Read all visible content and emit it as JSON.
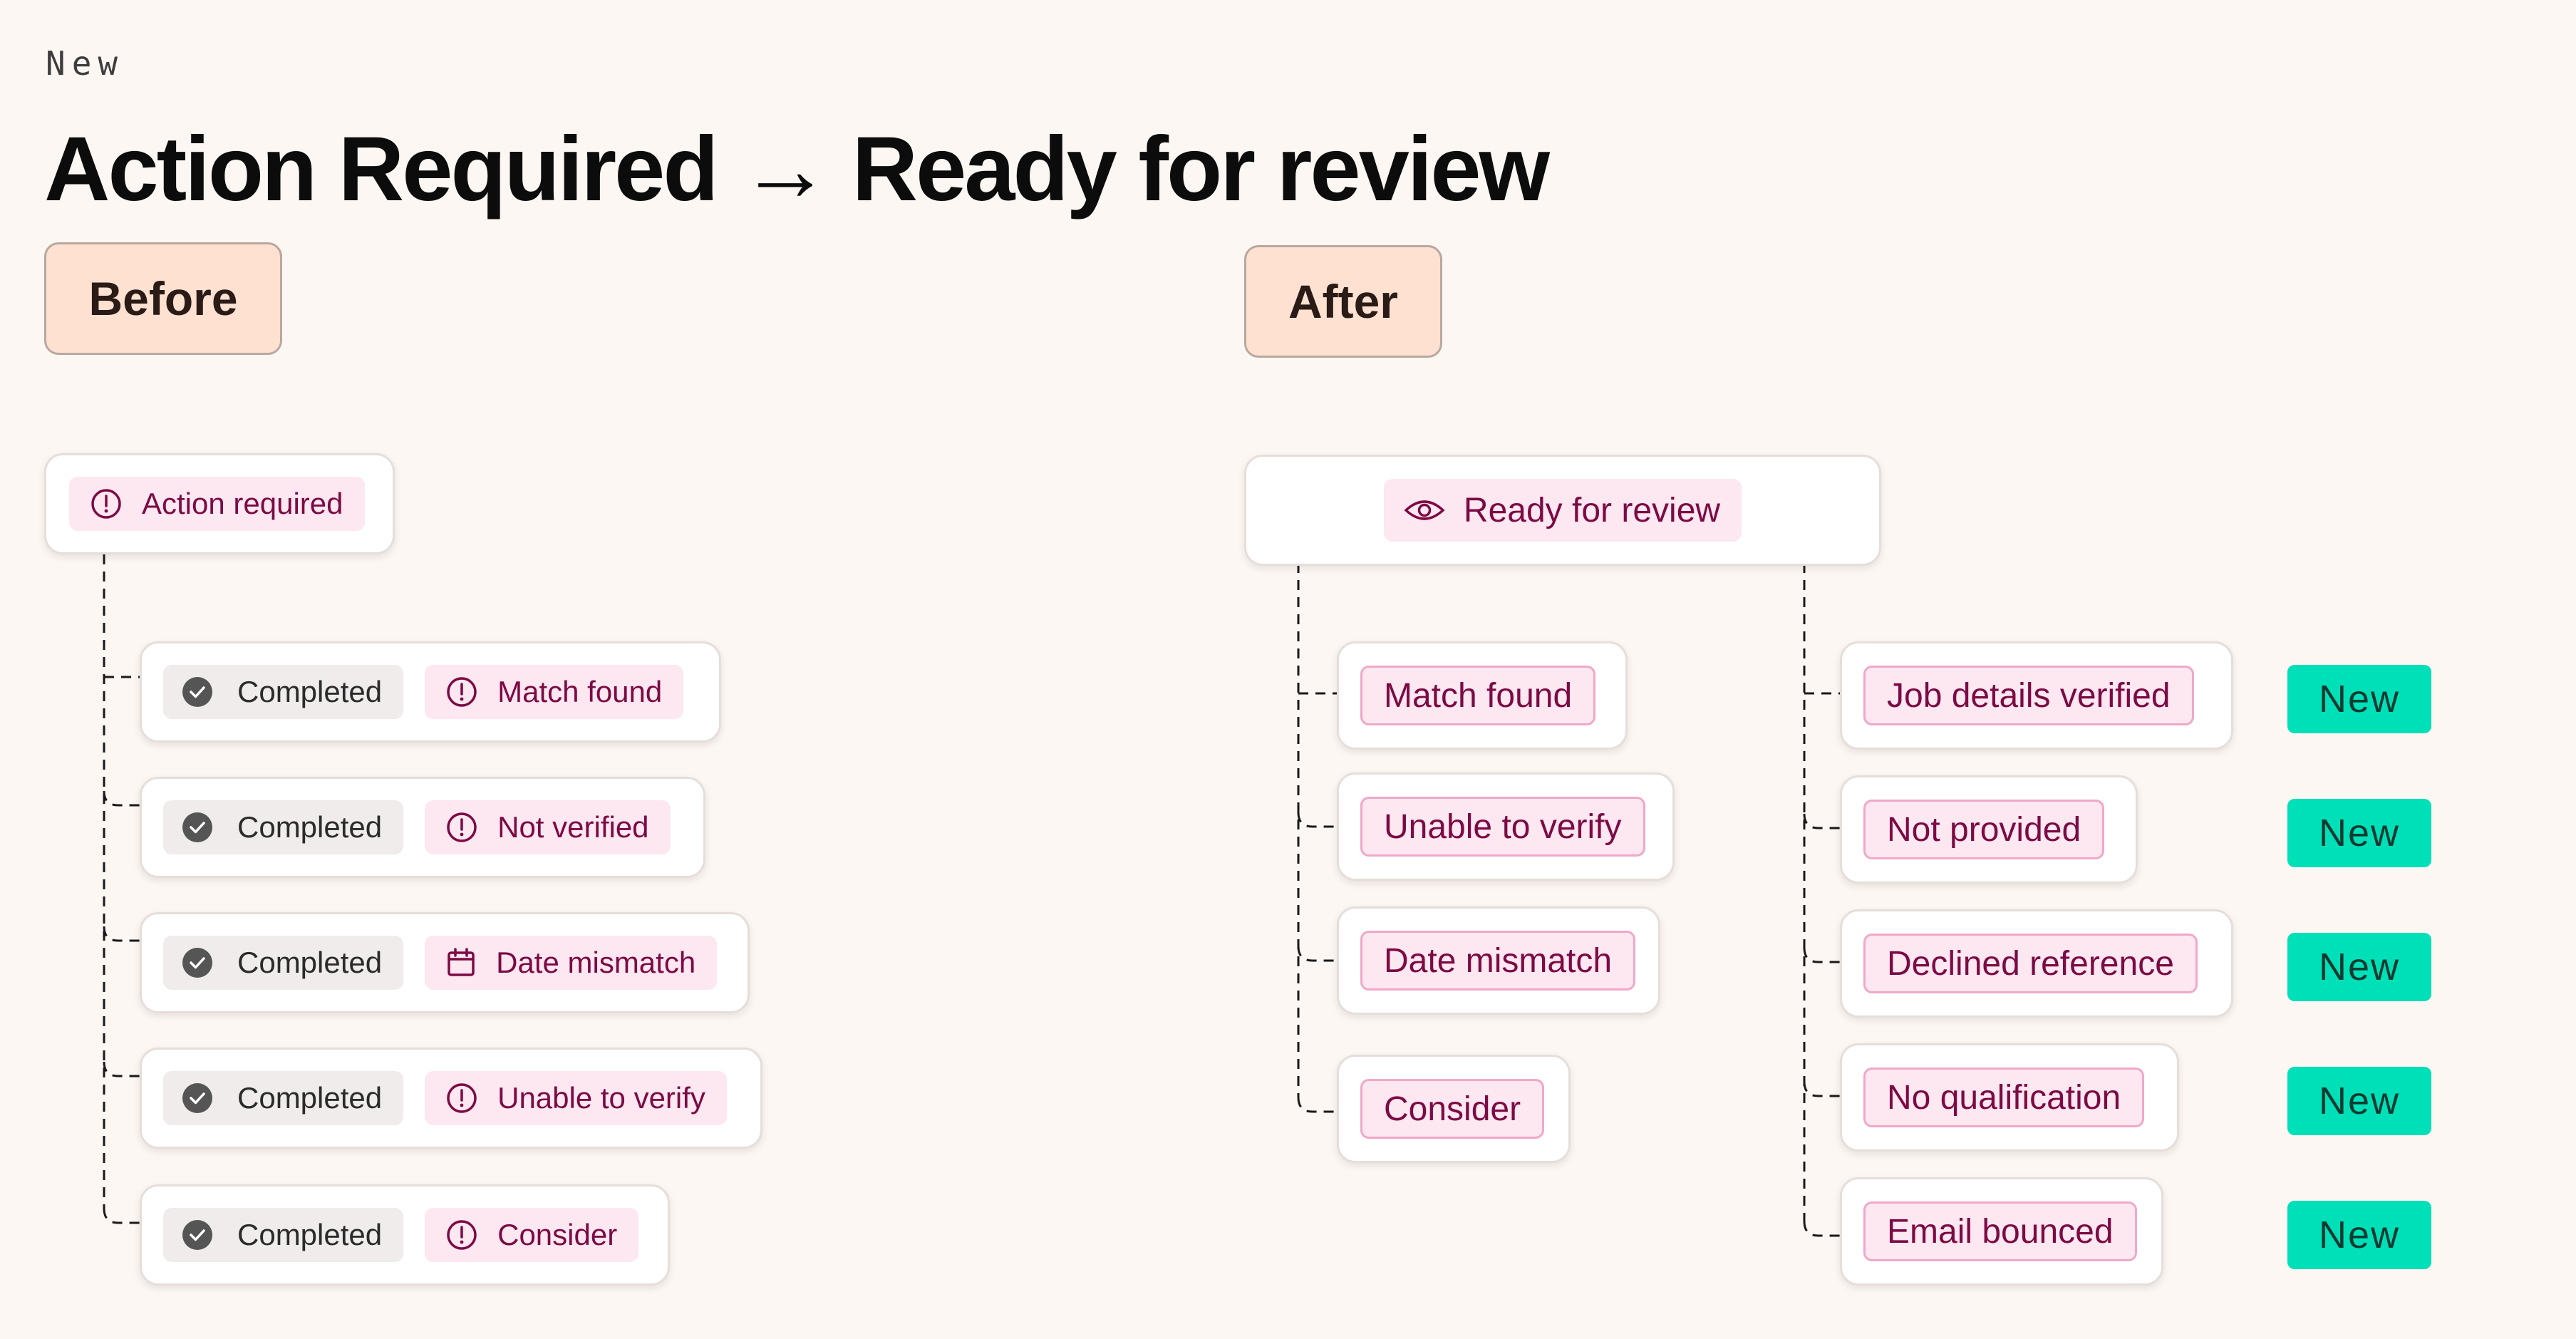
{
  "eyebrow": "New",
  "title": "Action Required → Ready for review",
  "before": {
    "label": "Before",
    "root": {
      "label": "Action required",
      "icon": "alert-circle-icon"
    },
    "items": [
      {
        "status": "Completed",
        "tag": "Match found",
        "icon": "alert-circle-icon"
      },
      {
        "status": "Completed",
        "tag": "Not verified",
        "icon": "alert-circle-icon"
      },
      {
        "status": "Completed",
        "tag": "Date mismatch",
        "icon": "calendar-icon"
      },
      {
        "status": "Completed",
        "tag": "Unable to verify",
        "icon": "alert-circle-icon"
      },
      {
        "status": "Completed",
        "tag": "Consider",
        "icon": "alert-circle-icon"
      }
    ]
  },
  "after": {
    "label": "After",
    "root": {
      "label": "Ready for review",
      "icon": "eye-icon"
    },
    "left_items": [
      "Match found",
      "Unable to verify",
      "Date mismatch",
      "Consider"
    ],
    "right_items": [
      "Job details verified",
      "Not provided",
      "Declined reference",
      "No qualification",
      "Email bounced"
    ],
    "new_badge": "New"
  },
  "colors": {
    "background": "#fcf7f3",
    "section_label": "#ffe1d2",
    "pink_chip": "#fde7f0",
    "pink_text": "#7c0a44",
    "new_badge": "#00e0b8"
  }
}
